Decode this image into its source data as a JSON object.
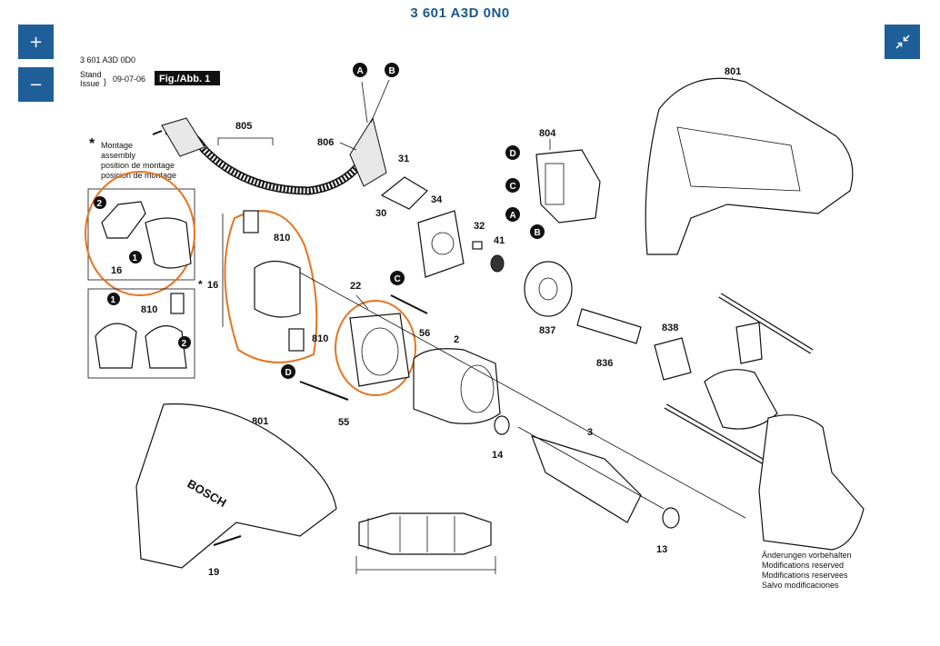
{
  "header": {
    "title": "3 601 A3D 0N0"
  },
  "controls": {
    "zoom_in_icon": "plus-icon",
    "zoom_out_icon": "minus-icon",
    "fullscreen_icon": "collapse-arrows-icon"
  },
  "diagram": {
    "doc_number": "3 601 A3D 0D0",
    "stand": "Stand",
    "issue": "Issue",
    "date": "09-07-06",
    "fig_label": "Fig./Abb. 1",
    "assembly_note": [
      "Montage",
      "assembly",
      "position de montage",
      "posicion de montage"
    ],
    "modifications_note": [
      "Änderungen vorbehalten",
      "Modifications reserved",
      "Modifications reservees",
      "Salvo modificaciones"
    ],
    "star": "*",
    "parts": {
      "p801a": "801",
      "p801b": "801",
      "p804": "804",
      "p805": "805",
      "p806": "806",
      "p31": "31",
      "p30": "30",
      "p34": "34",
      "p32": "32",
      "p41": "41",
      "p810a": "810",
      "p810b": "810",
      "p810c": "810",
      "p16a": "16",
      "p16b": "16",
      "p22": "22",
      "p56": "56",
      "p55": "55",
      "p2": "2",
      "p14": "14",
      "p3": "3",
      "p13": "13",
      "p19": "19",
      "p837": "837",
      "p836": "836",
      "p838": "838"
    },
    "markers": {
      "A": "A",
      "B": "B",
      "C": "C",
      "D": "D",
      "one": "1",
      "two": "2"
    },
    "brand": "BOSCH"
  },
  "colors": {
    "accent": "#1e5f99",
    "title": "#1b5a8c",
    "highlight": "#e8731e"
  }
}
